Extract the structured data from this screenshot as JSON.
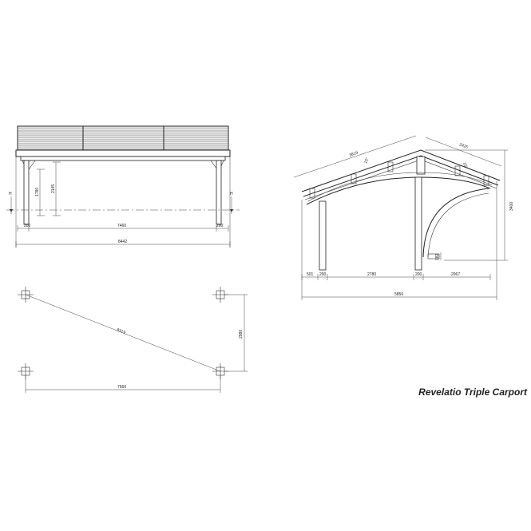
{
  "title": "Revelatio Triple Carport",
  "front_view": {
    "dims": {
      "outer": "8442",
      "span": "7460",
      "post_left": "200",
      "post_right": "200",
      "height_a": "1780",
      "height_b": "2145",
      "level_left": "H",
      "level_right": "H"
    }
  },
  "side_view": {
    "dims": {
      "rafter_left": "3819",
      "rafter_right": "2425",
      "pitch_left": "15°",
      "pitch_right": "15°",
      "height": "3400",
      "base_gap": "382",
      "overhang": "501",
      "post_a": "200",
      "bay": "2780",
      "post_b": "200",
      "cantilever": "2967",
      "total": "5856"
    }
  },
  "plan_view": {
    "dims": {
      "diagonal": "8319",
      "width": "7660",
      "depth": "2980"
    }
  }
}
